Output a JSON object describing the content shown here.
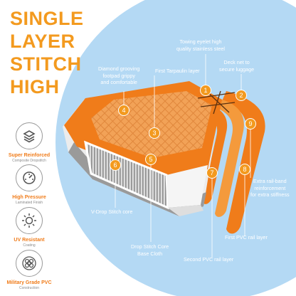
{
  "title": {
    "lines": [
      "SINGLE",
      "LAYER",
      "STITCH",
      "HIGH"
    ]
  },
  "colors": {
    "accent": "#f39a1f",
    "orange": "#f07c1a",
    "sky": "#b4d9f4",
    "white": "#ffffff",
    "gray": "#9a9a9a"
  },
  "features": [
    {
      "label": "Super Reinforced",
      "sub": "Composite Dropstitch",
      "icon": "layered-board-icon"
    },
    {
      "label": "High Pressure",
      "sub": "Laminated Finish",
      "icon": "pressure-gauge-icon"
    },
    {
      "label": "UV Resistant",
      "sub": "Coating",
      "icon": "uv-sun-icon"
    },
    {
      "label": "Military Grade PVC",
      "sub": "Construction",
      "icon": "pvc-mesh-icon"
    }
  ],
  "callouts": [
    {
      "num": "1",
      "lines": [
        "First Tarpaulin layer"
      ]
    },
    {
      "num": "2",
      "lines": [
        "Deck net to",
        "secure luggage"
      ]
    },
    {
      "num": "3",
      "lines": [
        "Towing eyelet high",
        "quality stainless steel"
      ]
    },
    {
      "num": "4",
      "lines": [
        "Diamond grooving",
        "footpad grippy",
        "and comfortable"
      ]
    },
    {
      "num": "5",
      "lines": [
        "Drop Stitch Core",
        "Base Cloth"
      ]
    },
    {
      "num": "6",
      "lines": [
        "V-Drop Stitch core"
      ]
    },
    {
      "num": "7",
      "lines": [
        "Second PVC rail layer"
      ]
    },
    {
      "num": "8",
      "lines": [
        "First PVC rail layer"
      ]
    },
    {
      "num": "9",
      "lines": [
        "Extra rail-band",
        "reinforcement",
        "for extra stiffness"
      ]
    }
  ]
}
